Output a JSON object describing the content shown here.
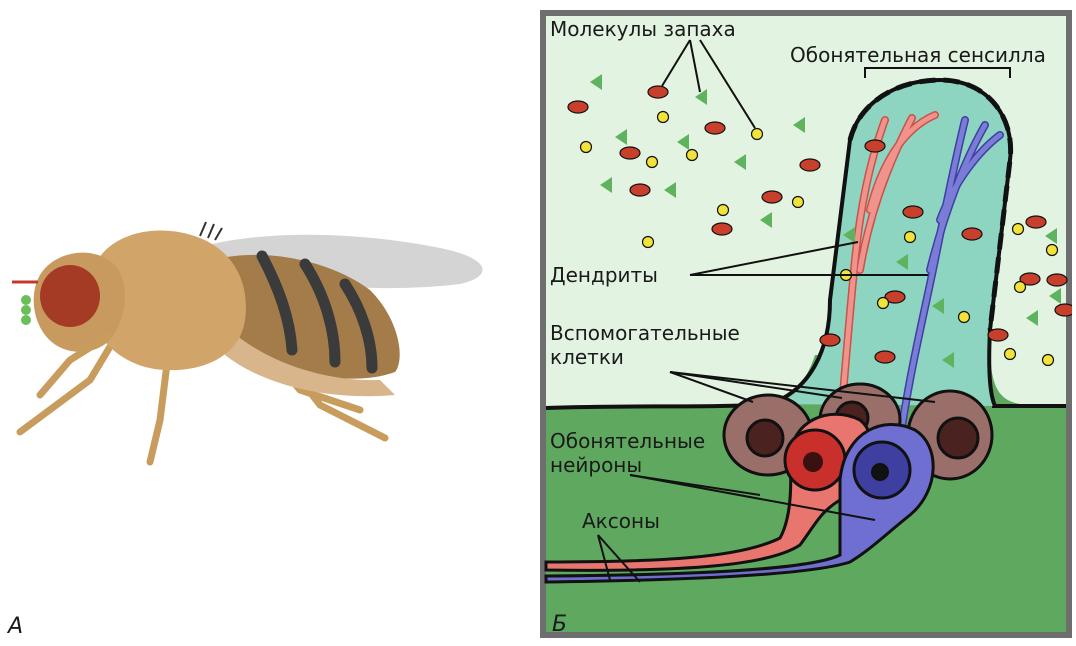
{
  "panels": {
    "a": {
      "letter": "А"
    },
    "b": {
      "letter": "Б",
      "labels": {
        "odor_molecules": "Молекулы запаха",
        "sensillum": "Обонятельная сенсилла",
        "dendrites": "Дендриты",
        "support_cells_line1": "Вспомогательные",
        "support_cells_line2": "клетки",
        "neurons_line1": "Обонятельные",
        "neurons_line2": "нейроны",
        "axons": "Аксоны"
      }
    }
  },
  "colors": {
    "air": "#e3f3e1",
    "tissue": "#5fa85f",
    "sensillum_fill": "#8dd5c0",
    "neuron_red": "#e8756e",
    "neuron_blue": "#6e6fd0",
    "support_cell": "#9a6f6a",
    "molecule_red": "#c8402c",
    "molecule_yellow": "#f2e33a",
    "molecule_green": "#5fb35f",
    "frame": "#6e6e6e"
  }
}
